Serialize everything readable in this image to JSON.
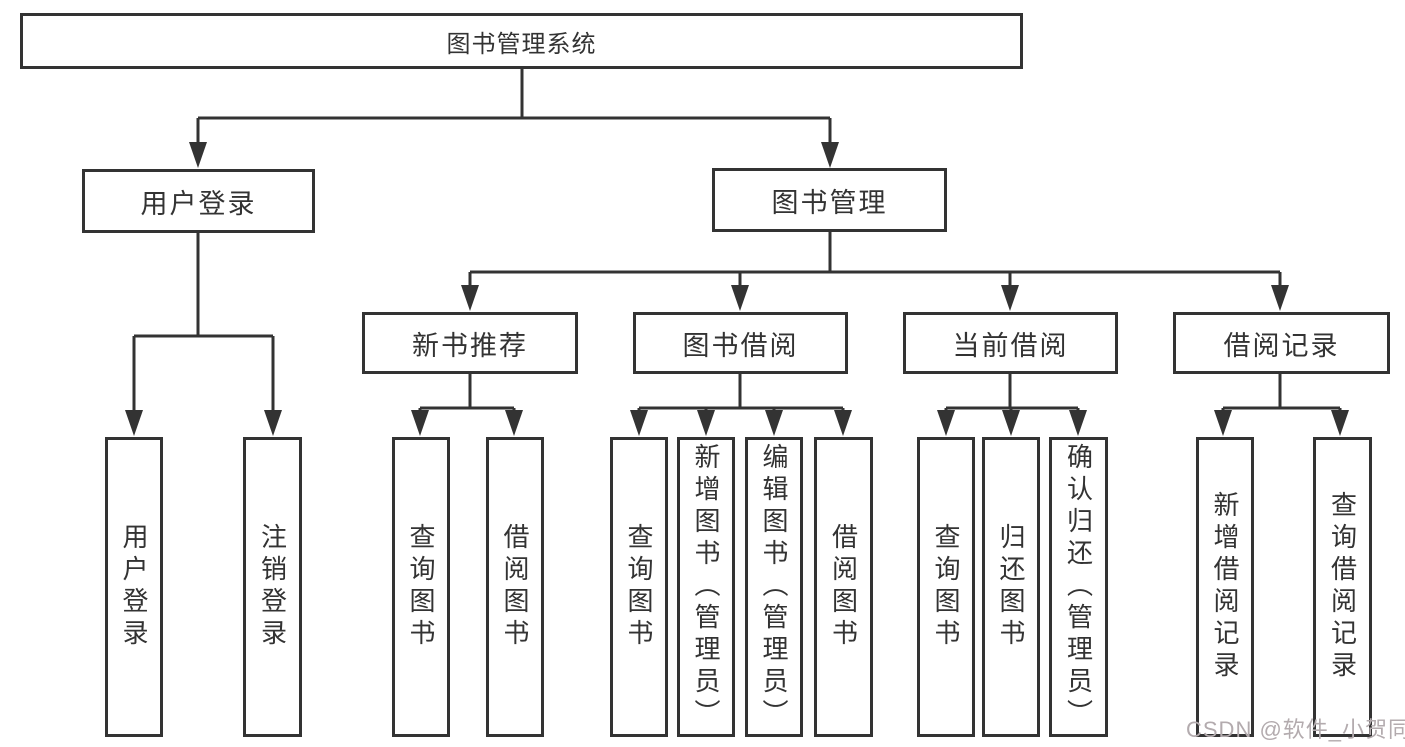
{
  "styles": {
    "line_color": "#333333",
    "text_color": "#333333",
    "box_background": "#ffffff",
    "page_background": "#ffffff",
    "watermark_color": "#b3abae"
  },
  "watermark": {
    "text": "CSDN @软件_小贺同学"
  },
  "tree": {
    "label": "图书管理系统",
    "children": [
      {
        "label": "用户登录",
        "children": [
          {
            "label": "用户登录"
          },
          {
            "label": "注销登录"
          }
        ]
      },
      {
        "label": "图书管理",
        "children": [
          {
            "label": "新书推荐",
            "children": [
              {
                "label": "查询图书"
              },
              {
                "label": "借阅图书"
              }
            ]
          },
          {
            "label": "图书借阅",
            "children": [
              {
                "label": "查询图书"
              },
              {
                "label": "新增图书（管理员）"
              },
              {
                "label": "编辑图书（管理员）"
              },
              {
                "label": "借阅图书"
              }
            ]
          },
          {
            "label": "当前借阅",
            "children": [
              {
                "label": "查询图书"
              },
              {
                "label": "归还图书"
              },
              {
                "label": "确认归还（管理员）"
              }
            ]
          },
          {
            "label": "借阅记录",
            "children": [
              {
                "label": "新增借阅记录"
              },
              {
                "label": "查询借阅记录"
              }
            ]
          }
        ]
      }
    ]
  }
}
